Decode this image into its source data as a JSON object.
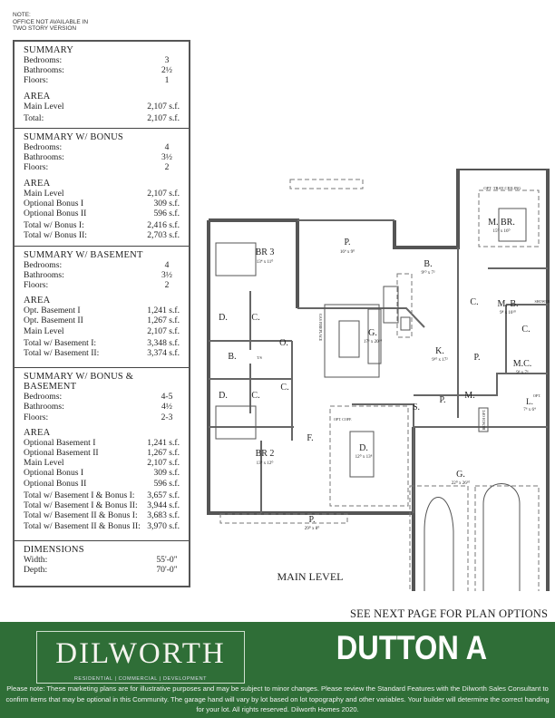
{
  "note": [
    "NOTE:",
    "OFFICE NOT AVAILABLE IN",
    "TWO STORY VERSION"
  ],
  "summary": [
    {
      "title": "SUMMARY",
      "rows": [
        [
          "Bedrooms:",
          "3"
        ],
        [
          "Bathrooms:",
          "2½"
        ],
        [
          "Floors:",
          "1"
        ]
      ],
      "area_title": "AREA",
      "area": [
        [
          "Main Level",
          "2,107 s.f."
        ]
      ],
      "totals": [
        [
          "Total:",
          "2,107 s.f."
        ]
      ]
    },
    {
      "title": "SUMMARY W/ BONUS",
      "rows": [
        [
          "Bedrooms:",
          "4"
        ],
        [
          "Bathrooms:",
          "3½"
        ],
        [
          "Floors:",
          "2"
        ]
      ],
      "area_title": "AREA",
      "area": [
        [
          "Main Level",
          "2,107 s.f."
        ],
        [
          "Optional Bonus I",
          "309 s.f."
        ],
        [
          "Optional Bonus II",
          "596 s.f."
        ]
      ],
      "totals": [
        [
          "Total w/ Bonus I:",
          "2,416 s.f."
        ],
        [
          "Total w/ Bonus II:",
          "2,703 s.f."
        ]
      ]
    },
    {
      "title": "SUMMARY W/ BASEMENT",
      "rows": [
        [
          "Bedrooms:",
          "4"
        ],
        [
          "Bathrooms:",
          "3½"
        ],
        [
          "Floors:",
          "2"
        ]
      ],
      "area_title": "AREA",
      "area": [
        [
          "Opt. Basement I",
          "1,241 s.f."
        ],
        [
          "Opt. Basement II",
          "1,267 s.f."
        ],
        [
          "Main Level",
          "2,107 s.f."
        ]
      ],
      "totals": [
        [
          "Total w/ Basement I:",
          "3,348 s.f."
        ],
        [
          "Total w/ Basement II:",
          "3,374 s.f."
        ]
      ]
    },
    {
      "title": "SUMMARY W/ BONUS & BASEMENT",
      "rows": [
        [
          "Bedrooms:",
          "4-5"
        ],
        [
          "Bathrooms:",
          "4½"
        ],
        [
          "Floors:",
          "2-3"
        ]
      ],
      "area_title": "AREA",
      "area": [
        [
          "Optional Basement I",
          "1,241 s.f."
        ],
        [
          "Optional Basement II",
          "1,267 s.f."
        ],
        [
          "Main Level",
          "2,107 s.f."
        ],
        [
          "Optional Bonus I",
          "309 s.f."
        ],
        [
          "Optional Bonus II",
          "596 s.f."
        ]
      ],
      "totals": [
        [
          "Total w/ Basement I & Bonus I:",
          "3,657 s.f."
        ],
        [
          "Total w/ Basement I & Bonus II:",
          "3,944 s.f."
        ],
        [
          "Total w/ Basement II & Bonus I:",
          "3,683 s.f."
        ],
        [
          "Total w/ Basement II & Bonus II:",
          "3,970 s.f."
        ]
      ]
    }
  ],
  "dimensions": {
    "title": "DIMENSIONS",
    "rows": [
      [
        "Width:",
        "55'-0\""
      ],
      [
        "Depth:",
        "70'-0\""
      ]
    ]
  },
  "plan": {
    "rooms": {
      "br3": {
        "label": "BR 3",
        "size": "13⁴ x 11⁰"
      },
      "patio_rear": {
        "label": "P.",
        "size": "16⁴ x 9⁰"
      },
      "breakfast": {
        "label": "B.",
        "size": "9¹⁰ x 7²"
      },
      "mbr": {
        "label": "M. BR.",
        "size": "15⁰ x 16⁰",
        "note": "OPT. TRAY CEILING"
      },
      "mbath": {
        "label": "M. B.",
        "size": "9⁸ x 10¹⁰",
        "shower": "SHOWER"
      },
      "great": {
        "label": "G.",
        "size": "17⁶ x 20¹⁰",
        "fireplace": "GAS FIREPLACE"
      },
      "kitchen": {
        "label": "K.",
        "size": "9¹⁰ x 17²"
      },
      "mcloset": {
        "label": "M.C.",
        "size": "9⁶ x 7⁶"
      },
      "laundry": {
        "label": "L.",
        "size": "7⁶ x 6⁴",
        "opt": "OPT."
      },
      "office": {
        "label": "O."
      },
      "bath": {
        "label": "B.",
        "tub": "T/S"
      },
      "desk1": {
        "label": "D."
      },
      "desk2": {
        "label": "D."
      },
      "closet1": {
        "label": "C."
      },
      "closet2": {
        "label": "C."
      },
      "closet3": {
        "label": "C."
      },
      "closet4": {
        "label": "C."
      },
      "closet5": {
        "label": "C."
      },
      "pantry": {
        "label": "P."
      },
      "powder": {
        "label": "P."
      },
      "storage": {
        "label": "S."
      },
      "mud": {
        "label": "M."
      },
      "bench": {
        "label": "BENCH OPT."
      },
      "foyer": {
        "label": "F."
      },
      "dining": {
        "label": "D.",
        "size": "12⁰ x 13⁸",
        "ceiling": "OPT. COFF."
      },
      "br2": {
        "label": "BR 2",
        "size": "13⁸ x 12⁰"
      },
      "garage": {
        "label": "G.",
        "size": "22⁰ x 26¹⁰"
      },
      "porch": {
        "label": "P.",
        "size": "29⁰ x 8⁰"
      }
    },
    "level_label": "MAIN LEVEL"
  },
  "see_next": "SEE NEXT PAGE FOR PLAN OPTIONS",
  "footer": {
    "brand": "DILWORTH",
    "tagline": "RESIDENTIAL | COMMERCIAL | DEVELOPMENT",
    "plan_name": "DUTTON A",
    "disclaimer": "Please note: These marketing plans are for illustrative purposes and may be subject to minor changes. Please review the Standard Features with the Dilworth Sales Consultant to confirm items that may be optional in this Community. The garage hand will vary by lot based on lot topography and other variables.  Your builder will determine the correct handing for your lot. All rights reserved. Dilworth Homes 2020.",
    "colors": {
      "brand_green": "#2f6e37"
    }
  }
}
